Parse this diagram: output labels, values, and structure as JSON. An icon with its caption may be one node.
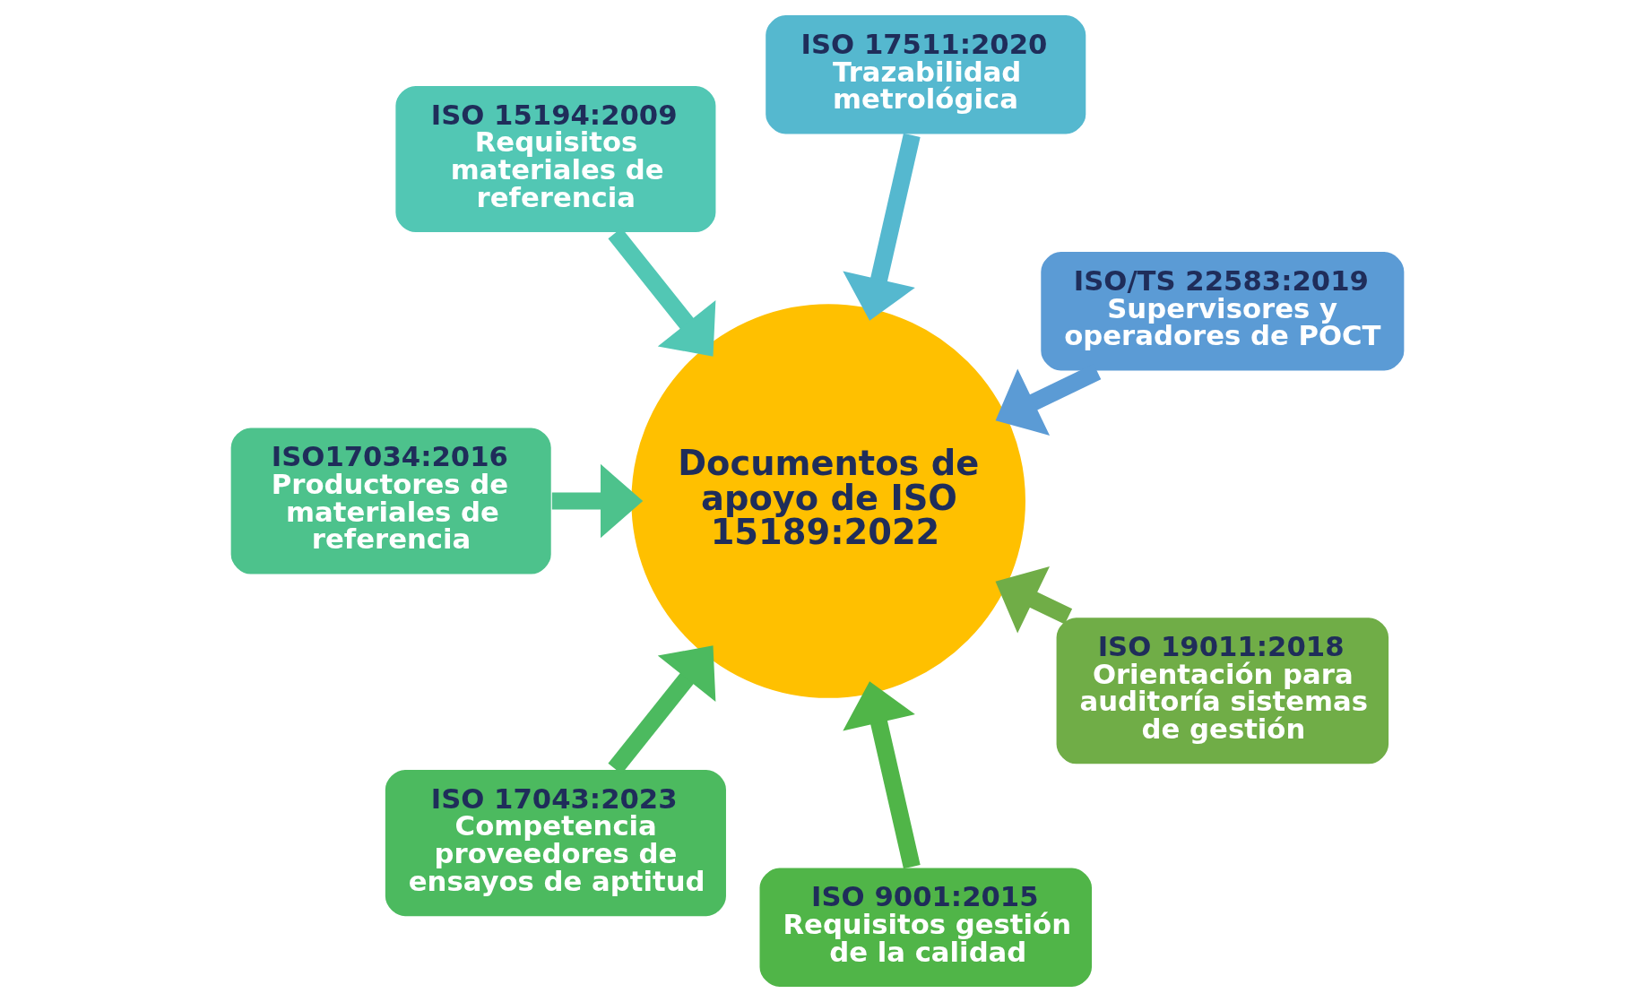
{
  "diagram": {
    "nodes": [
      {
        "text": [
          "ISO/TS 22583:2019",
          "Supervisores y operadores de POCT"
        ]
      },
      {
        "text": [
          "ISO 17511:2020",
          "Trazabilidad metrológica"
        ]
      },
      {
        "text": [
          "ISO 15194:2009",
          "Requisitos materiales de referencia"
        ]
      },
      {
        "text": [
          "ISO17034:2016",
          "Productores de materiales de referencia"
        ]
      },
      {
        "text": [
          "ISO 17043:2023",
          "Competencia proveedores de ensayos de aptitud"
        ]
      },
      {
        "text": [
          "ISO 9001:2015",
          "Requisitos gestión de la calidad"
        ]
      },
      {
        "text": [
          "ISO 19011:2018",
          "Orientación para auditoría sistemas de gestión"
        ]
      },
      {
        "text": [
          "Documentos de apoyo de ISO 15189:2022"
        ]
      }
    ],
    "edges": [
      {
        "from": 0,
        "to": 7,
        "arrow": "to",
        "color": "#5b9bd5"
      },
      {
        "from": 1,
        "to": 7,
        "arrow": "to",
        "color": "#55b8cf"
      },
      {
        "from": 2,
        "to": 7,
        "arrow": "to",
        "color": "#52c7b4"
      },
      {
        "from": 3,
        "to": 7,
        "arrow": "to",
        "color": "#4dc28c"
      },
      {
        "from": 4,
        "to": 7,
        "arrow": "to",
        "color": "#4cba5f"
      },
      {
        "from": 5,
        "to": 7,
        "arrow": "to",
        "color": "#50b548"
      },
      {
        "from": 6,
        "to": 7,
        "arrow": "to",
        "color": "#70ad47"
      }
    ]
  }
}
